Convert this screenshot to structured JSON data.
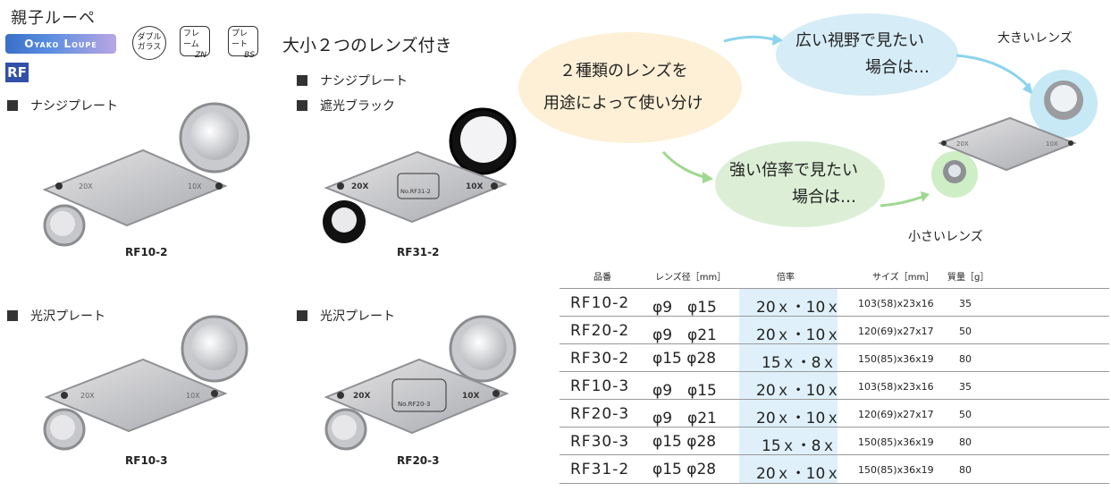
{
  "header": {
    "title": "親子ルーペ",
    "brand": "Oyako Loupe",
    "series_badge": "RF",
    "feature_icons": [
      {
        "line1": "ダブル",
        "line2": "ガラス"
      },
      {
        "line1": "フレーム",
        "line2": "ZN"
      },
      {
        "line1": "プレート",
        "line2": "BS"
      }
    ],
    "heading": "大小２つのレンズ付き"
  },
  "products": [
    {
      "plate_label": "ナシジプレート",
      "model": "RF10-2",
      "left_mark": "20X",
      "right_mark": "10X"
    },
    {
      "plate_label": "ナシジプレート",
      "plate_label2": "遮光ブラック",
      "model": "RF31-2",
      "left_mark": "20X",
      "right_mark": "10X",
      "plate_text": "No.RF31-2"
    },
    {
      "plate_label": "光沢プレート",
      "model": "RF10-3",
      "left_mark": "20X",
      "right_mark": "10X"
    },
    {
      "plate_label": "光沢プレート",
      "model": "RF20-3",
      "left_mark": "20X",
      "right_mark": "10X",
      "plate_text": "No.RF20-3"
    }
  ],
  "diagram": {
    "center_line1": "２種類のレンズを",
    "center_line2": "用途によって使い分け",
    "top_line1": "広い視野で見たい",
    "top_line2": "場合は…",
    "bottom_line1": "強い倍率で見たい",
    "bottom_line2": "場合は…",
    "large_lens": "大きいレンズ",
    "small_lens": "小さいレンズ",
    "loupe_left": "20X",
    "loupe_right": "10X"
  },
  "table": {
    "headers": [
      "品番",
      "レンズ径［mm］",
      "倍率",
      "サイズ［mm］",
      "質量［g］"
    ],
    "rows": [
      {
        "model": "RF10-2",
        "lens": "φ9　φ15",
        "mag": "20ｘ・10ｘ",
        "size": "103(58)x23x16",
        "weight": "35"
      },
      {
        "model": "RF20-2",
        "lens": "φ9　φ21",
        "mag": "20ｘ・10ｘ",
        "size": "120(69)x27x17",
        "weight": "50"
      },
      {
        "model": "RF30-2",
        "lens": "φ15 φ28",
        "mag": "15ｘ・8ｘ",
        "size": "150(85)x36x19",
        "weight": "80"
      },
      {
        "model": "RF10-3",
        "lens": "φ9　φ15",
        "mag": "20ｘ・10ｘ",
        "size": "103(58)x23x16",
        "weight": "35"
      },
      {
        "model": "RF20-3",
        "lens": "φ9　φ21",
        "mag": "20ｘ・10ｘ",
        "size": "120(69)x27x17",
        "weight": "50"
      },
      {
        "model": "RF30-3",
        "lens": "φ15 φ28",
        "mag": "15ｘ・8ｘ",
        "size": "150(85)x36x19",
        "weight": "80"
      },
      {
        "model": "RF31-2",
        "lens": "φ15 φ28",
        "mag": "20ｘ・10ｘ",
        "size": "150(85)x36x19",
        "weight": "80"
      }
    ]
  }
}
